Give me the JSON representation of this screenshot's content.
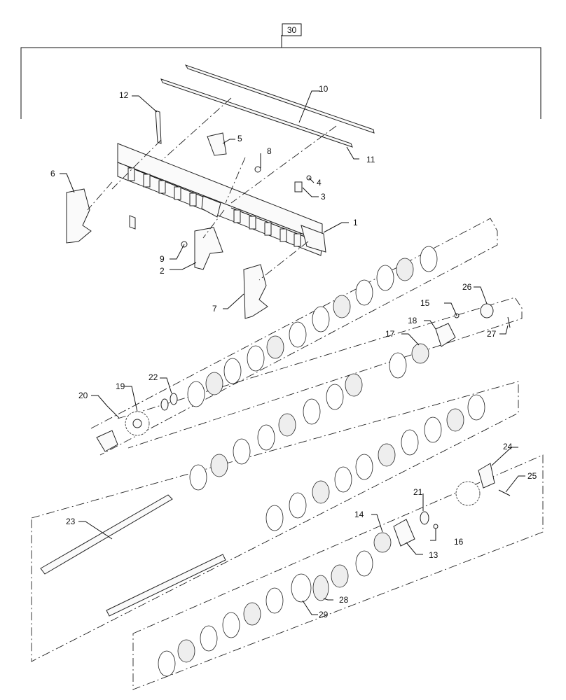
{
  "assembly": {
    "number": "30"
  },
  "callouts": [
    {
      "id": "1",
      "label": "1"
    },
    {
      "id": "2",
      "label": "2"
    },
    {
      "id": "3",
      "label": "3"
    },
    {
      "id": "4",
      "label": "4"
    },
    {
      "id": "5",
      "label": "5"
    },
    {
      "id": "6",
      "label": "6"
    },
    {
      "id": "7",
      "label": "7"
    },
    {
      "id": "8",
      "label": "8"
    },
    {
      "id": "9",
      "label": "9"
    },
    {
      "id": "10",
      "label": "10"
    },
    {
      "id": "11",
      "label": "11"
    },
    {
      "id": "12",
      "label": "12"
    },
    {
      "id": "13",
      "label": "13"
    },
    {
      "id": "14",
      "label": "14"
    },
    {
      "id": "15",
      "label": "15"
    },
    {
      "id": "16",
      "label": "16"
    },
    {
      "id": "17",
      "label": "17"
    },
    {
      "id": "18",
      "label": "18"
    },
    {
      "id": "19",
      "label": "19"
    },
    {
      "id": "20",
      "label": "20"
    },
    {
      "id": "21",
      "label": "21"
    },
    {
      "id": "22",
      "label": "22"
    },
    {
      "id": "23",
      "label": "23"
    },
    {
      "id": "24",
      "label": "24"
    },
    {
      "id": "25",
      "label": "25"
    },
    {
      "id": "26",
      "label": "26"
    },
    {
      "id": "27",
      "label": "27"
    },
    {
      "id": "28",
      "label": "28"
    },
    {
      "id": "29",
      "label": "29"
    }
  ]
}
